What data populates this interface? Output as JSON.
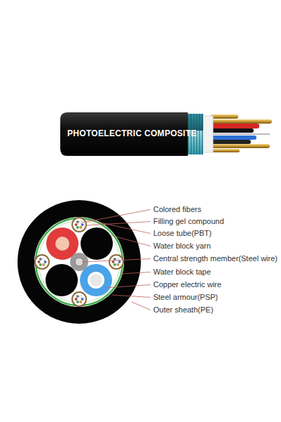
{
  "diagram": {
    "labels": [
      "PHOTOELECTRIC COMPOSITE",
      "Colored fibers",
      "Filling gel compound",
      "Loose tube(PBT)",
      "Water block yarn",
      "Central strength member(Steel wire)",
      "Water block tape",
      "Copper electric wire",
      "Steel armour(PSP)",
      "Outer sheath(PE)"
    ]
  }
}
